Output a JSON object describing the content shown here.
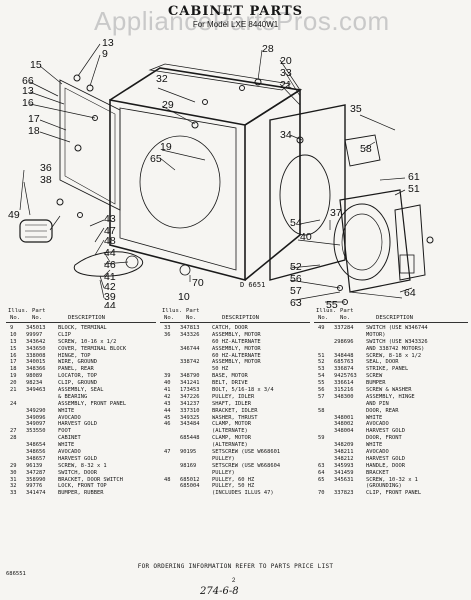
{
  "watermark": "AppliancePartsPros.com",
  "title": "CABINET PARTS",
  "subtitle": "For Model LXE 8440W1",
  "drawing_code": "D 6651",
  "callouts": [
    "13",
    "9",
    "15",
    "66",
    "13",
    "16",
    "17",
    "18",
    "36",
    "38",
    "49",
    "43",
    "47",
    "48",
    "44",
    "46",
    "41",
    "42",
    "39",
    "44",
    "28",
    "20",
    "33",
    "21",
    "32",
    "29",
    "34",
    "19",
    "65",
    "35",
    "58",
    "61",
    "51",
    "37",
    "54",
    "40",
    "64",
    "52",
    "56",
    "57",
    "63",
    "70",
    "10",
    "55"
  ],
  "column_headers": {
    "illus": "Illus.",
    "no": "No.",
    "part": "Part",
    "part_no": "No.",
    "description": "DESCRIPTION"
  },
  "parts_col1": [
    [
      "9",
      "345013",
      "BLOCK, TERMINAL"
    ],
    [
      "10",
      "99997",
      "CLIP"
    ],
    [
      "13",
      "343642",
      "SCREW, 10-16 x 1/2"
    ],
    [
      "15",
      "343650",
      "COVER, TERMINAL BLOCK"
    ],
    [
      "16",
      "338008",
      "HINGE, TOP"
    ],
    [
      "17",
      "340015",
      "WIRE, GROUND"
    ],
    [
      "18",
      "348366",
      "PANEL, REAR"
    ],
    [
      "19",
      "98089",
      "LOCATOR, TOP"
    ],
    [
      "20",
      "98234",
      "CLIP, GROUND"
    ],
    [
      "21",
      "349463",
      "ASSEMBLY, SEAL"
    ],
    [
      "",
      "",
      "& BEARING"
    ],
    [
      "24",
      "",
      "ASSEMBLY, FRONT PANEL"
    ],
    [
      "",
      "349290",
      "WHITE"
    ],
    [
      "",
      "349096",
      "AVOCADO"
    ],
    [
      "",
      "349097",
      "HARVEST GOLD"
    ],
    [
      "27",
      "353550",
      "FOOT"
    ],
    [
      "28",
      "",
      "CABINET"
    ],
    [
      "",
      "348654",
      "WHITE"
    ],
    [
      "",
      "348656",
      "AVOCADO"
    ],
    [
      "",
      "348657",
      "HARVEST GOLD"
    ],
    [
      "29",
      "96139",
      "SCREW, 8-32 x 1"
    ],
    [
      "30",
      "347287",
      "SWITCH, DOOR"
    ],
    [
      "31",
      "358990",
      "BRACKET, DOOR SWITCH"
    ],
    [
      "32",
      "99776",
      "LOCK, FRONT TOP"
    ],
    [
      "33",
      "341474",
      "BUMPER, RUBBER"
    ]
  ],
  "parts_col2": [
    [
      "33",
      "347813",
      "CATCH, DOOR"
    ],
    [
      "36",
      "343326",
      "ASSEMBLY, MOTOR"
    ],
    [
      "",
      "",
      "60 HZ-ALTERNATE"
    ],
    [
      "",
      "346744",
      "ASSEMBLY, MOTOR"
    ],
    [
      "",
      "",
      "60 HZ-ALTERNATE"
    ],
    [
      "",
      "338742",
      "ASSEMBLY, MOTOR"
    ],
    [
      "",
      "",
      "50 HZ"
    ],
    [
      "39",
      "348790",
      "BASE, MOTOR"
    ],
    [
      "40",
      "341241",
      "BELT, DRIVE"
    ],
    [
      "41",
      "173453",
      "BOLT, 5/16-18 x 3/4"
    ],
    [
      "42",
      "347226",
      "PULLEY, IDLER"
    ],
    [
      "43",
      "341237",
      "SHAFT, IDLER"
    ],
    [
      "44",
      "337310",
      "BRACKET, IDLER"
    ],
    [
      "45",
      "349325",
      "WASHER, THRUST"
    ],
    [
      "46",
      "343484",
      "CLAMP, MOTOR"
    ],
    [
      "",
      "",
      "(ALTERNATE)"
    ],
    [
      "",
      "685448",
      "CLAMP, MOTOR"
    ],
    [
      "",
      "",
      "(ALTERNATE)"
    ],
    [
      "47",
      "90195",
      "SETSCREW (USE W668601"
    ],
    [
      "",
      "",
      "PULLEY)"
    ],
    [
      "",
      "98169",
      "SETSCREW (USE W668604"
    ],
    [
      "",
      "",
      "PULLEY)"
    ],
    [
      "48",
      "685012",
      "PULLEY, 60 HZ"
    ],
    [
      "",
      "685004",
      "PULLEY, 50 HZ"
    ],
    [
      "",
      "",
      "(INCLUDES ILLUS 47)"
    ]
  ],
  "parts_col3": [
    [
      "49",
      "337284",
      "SWITCH (USE W346744"
    ],
    [
      "",
      "",
      "MOTOR)"
    ],
    [
      "",
      "298696",
      "SWITCH (USE W343326"
    ],
    [
      "",
      "",
      "AND 338742 MOTORS)"
    ],
    [
      "51",
      "348448",
      "SCREW, 8-18 x 1/2"
    ],
    [
      "52",
      "685763",
      "SEAL, DOOR"
    ],
    [
      "53",
      "336874",
      "STRIKE, PANEL"
    ],
    [
      "54",
      "9425763",
      "SCREW"
    ],
    [
      "55",
      "336614",
      "BUMPER"
    ],
    [
      "56",
      "315216",
      "SCREW & WASHER"
    ],
    [
      "57",
      "348300",
      "ASSEMBLY, HINGE"
    ],
    [
      "",
      "",
      "AND PIN"
    ],
    [
      "58",
      "",
      "DOOR, REAR"
    ],
    [
      "",
      "348001",
      "WHITE"
    ],
    [
      "",
      "348002",
      "AVOCADO"
    ],
    [
      "",
      "348004",
      "HARVEST GOLD"
    ],
    [
      "59",
      "",
      "DOOR, FRONT"
    ],
    [
      "",
      "348209",
      "WHITE"
    ],
    [
      "",
      "348211",
      "AVOCADO"
    ],
    [
      "",
      "348212",
      "HARVEST GOLD"
    ],
    [
      "63",
      "345993",
      "HANDLE, DOOR"
    ],
    [
      "64",
      "341459",
      "BRACKET"
    ],
    [
      "65",
      "345631",
      "SCREW, 10-32 x 1"
    ],
    [
      "",
      "",
      "(GROUNDING)"
    ],
    [
      "70",
      "337823",
      "CLIP, FRONT PANEL"
    ]
  ],
  "footer_note": "FOR ORDERING INFORMATION REFER TO PARTS PRICE LIST",
  "part_number": "686551",
  "page_number": "2",
  "handwritten": "274-6-8"
}
